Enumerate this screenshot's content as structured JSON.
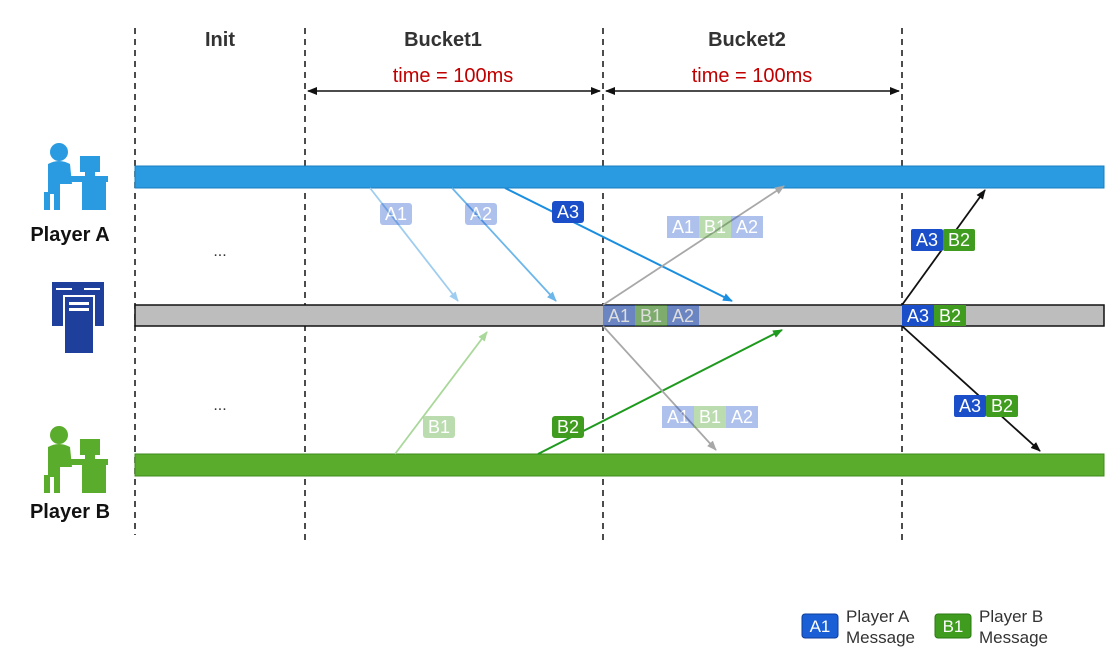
{
  "phases": {
    "init": "Init",
    "bucket1": "Bucket1",
    "bucket2": "Bucket2",
    "duration1": "time = 100ms",
    "duration2": "time = 100ms"
  },
  "actors": {
    "player_a": "Player A",
    "player_b": "Player B"
  },
  "ellipsis": "...",
  "messages": {
    "a1": "A1",
    "a2": "A2",
    "a3": "A3",
    "b1": "B1",
    "b2": "B2"
  },
  "legend": {
    "a_tag": "A1",
    "a_text_line1": "Player A",
    "a_text_line2": "Message",
    "b_tag": "B1",
    "b_text_line1": "Player B",
    "b_text_line2": "Message"
  },
  "colors": {
    "player_a": "#2a9be0",
    "server": "#bfbfbf",
    "player_b": "#5aac2c",
    "message_a": "#1b4fc9",
    "message_b": "#3f9c1e",
    "duration_text": "#c00000",
    "server_icon": "#1e3f9c"
  },
  "icons": {
    "player_a": "person-at-computer-icon",
    "server": "server-rack-icon",
    "player_b": "person-at-computer-icon"
  }
}
